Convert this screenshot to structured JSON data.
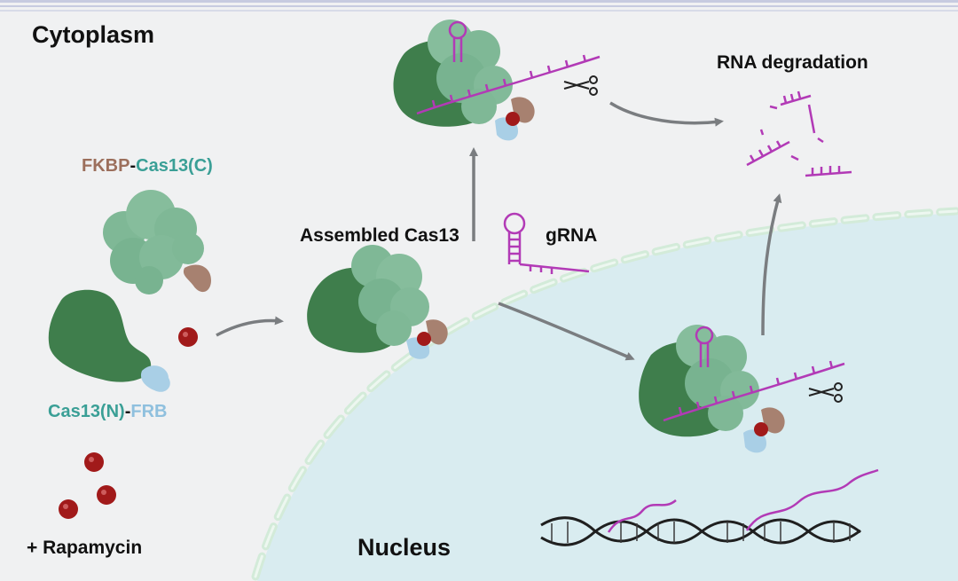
{
  "labels": {
    "cytoplasm": "Cytoplasm",
    "nucleus": "Nucleus",
    "rapamycin": "+ Rapamycin",
    "assembled": "Assembled Cas13",
    "grna": "gRNA",
    "degradation": "RNA degradation",
    "fkbp": "FKBP",
    "cas13c": "Cas13(C)",
    "cas13n": "Cas13(N)",
    "frb": "FRB",
    "dash": "-"
  },
  "colors": {
    "background": "#f0f1f2",
    "nucleus_fill": "#d9ecf0",
    "nuclear_envelope": "#d3ebd9",
    "cas13_n": "#3f7e4c",
    "cas13_c": "#7fb896",
    "fkbp": "#a78170",
    "frb": "#a9cfe6",
    "rapamycin": "#a11a1a",
    "rna": "#b23ab6",
    "arrow": "#7a7d80",
    "label_teal": "#3a9f96",
    "label_brown": "#9c6f5c",
    "label_blue": "#8fc0de"
  },
  "icons": [
    "scissors-icon",
    "rapamycin-molecule-icon",
    "cas13-complex-icon",
    "dna-helix-icon",
    "grna-hairpin-icon"
  ]
}
